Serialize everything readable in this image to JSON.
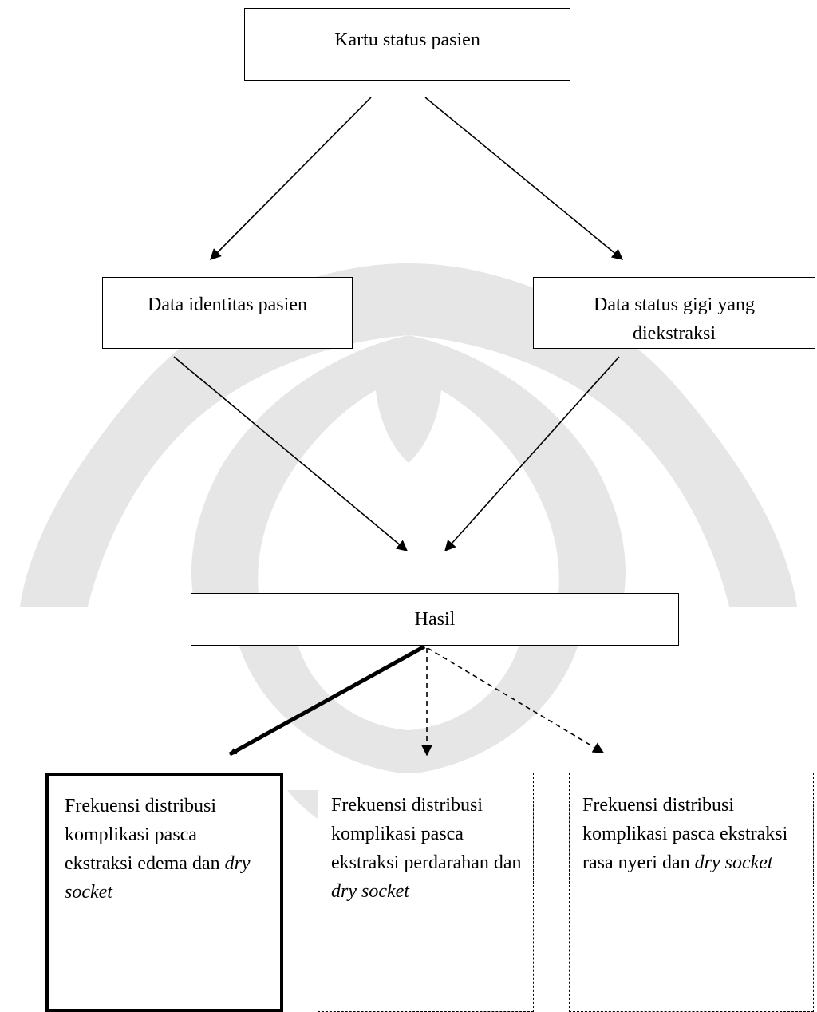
{
  "nodes": {
    "kartu": "Kartu status pasien",
    "identitas": "Data identitas pasien",
    "status_gigi": "Data status gigi yang diekstraksi",
    "hasil": "Hasil",
    "result_edema": {
      "text": "Frekuensi distribusi komplikasi pasca ekstraksi edema dan",
      "italic": "dry socket"
    },
    "result_perdarahan": {
      "text": "Frekuensi distribusi komplikasi pasca ekstraksi perdarahan dan",
      "italic": "dry socket"
    },
    "result_nyeri": {
      "text": "Frekuensi distribusi komplikasi pasca ekstraksi rasa nyeri dan",
      "italic": "dry socket"
    }
  },
  "edges": [
    {
      "from": "kartu",
      "to": "identitas",
      "style": "solid"
    },
    {
      "from": "kartu",
      "to": "status_gigi",
      "style": "solid"
    },
    {
      "from": "identitas",
      "to": "hasil",
      "style": "solid"
    },
    {
      "from": "status_gigi",
      "to": "hasil",
      "style": "solid"
    },
    {
      "from": "hasil",
      "to": "result_edema",
      "style": "thick"
    },
    {
      "from": "hasil",
      "to": "result_perdarahan",
      "style": "dashed"
    },
    {
      "from": "hasil",
      "to": "result_nyeri",
      "style": "dashed"
    }
  ],
  "colors": {
    "line": "#000000",
    "watermark": "#c8c8c8",
    "background": "#ffffff"
  }
}
